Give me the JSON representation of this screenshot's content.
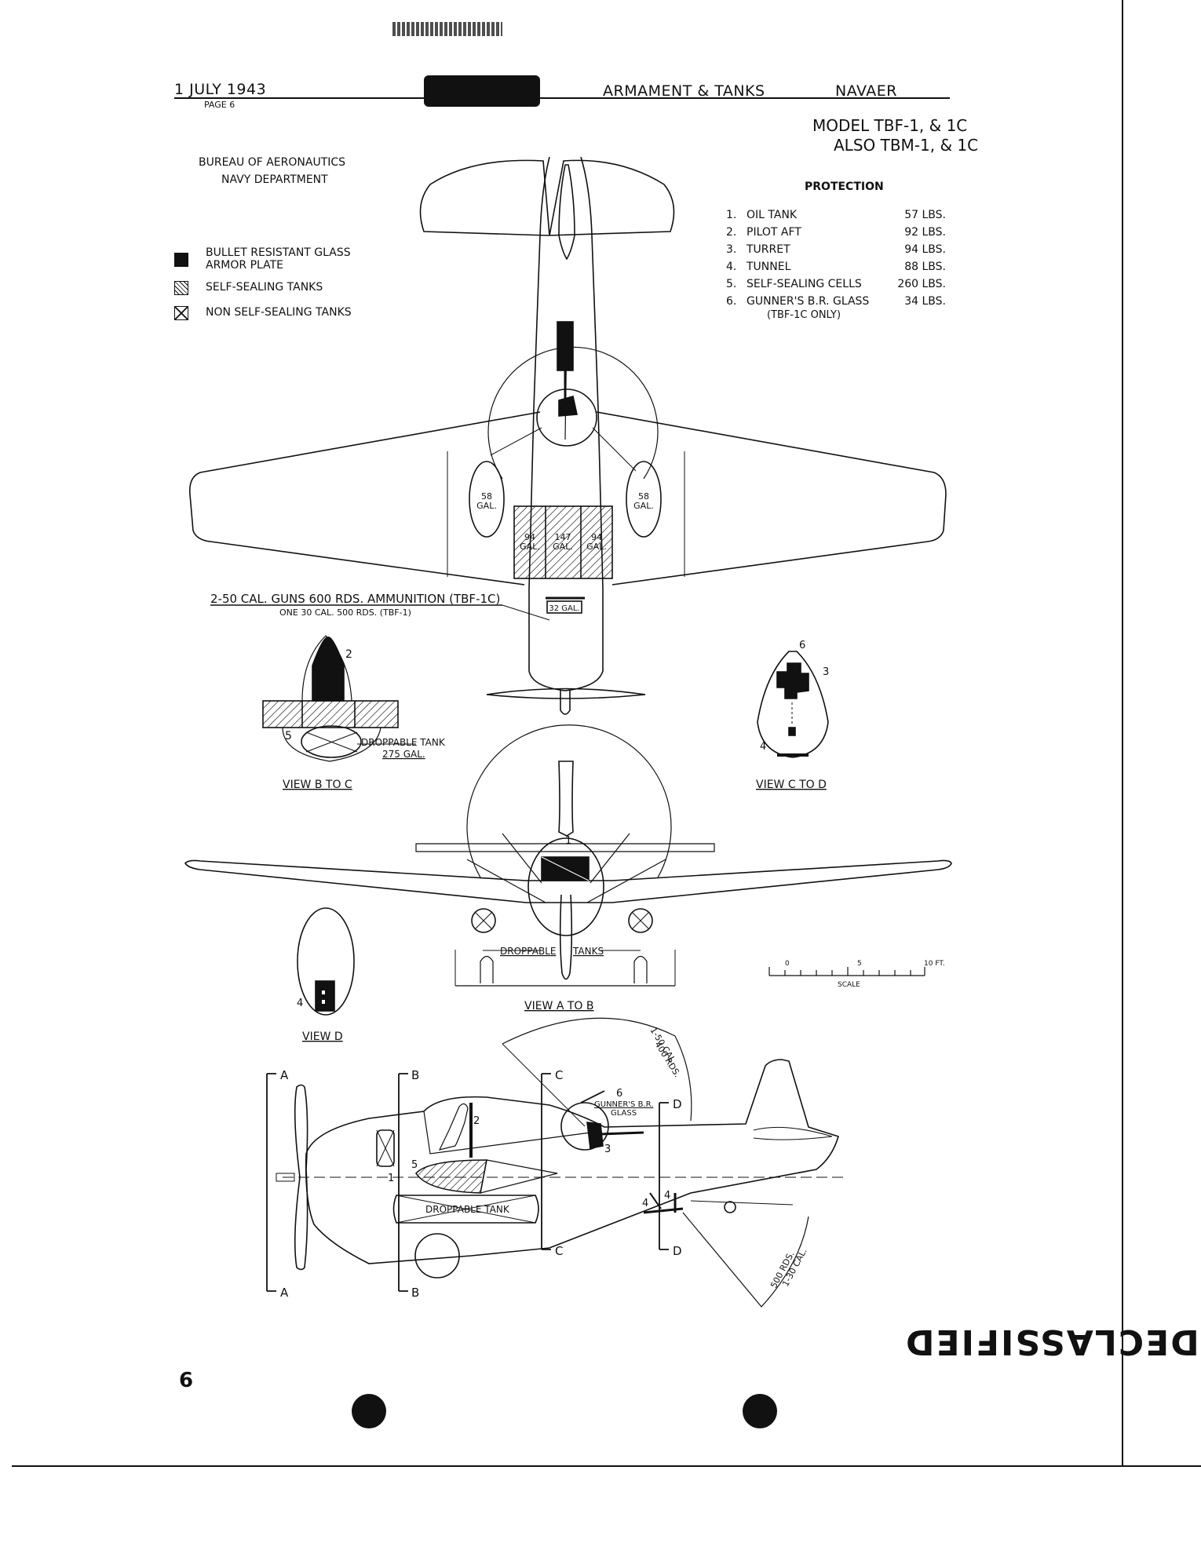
{
  "header": {
    "date": "1 JULY 1943",
    "page_label": "PAGE 6",
    "section": "ARMAMENT & TANKS",
    "org": "NAVAER"
  },
  "model": {
    "line1": "MODEL TBF-1, & 1C",
    "line2": "ALSO TBM-1, & 1C"
  },
  "bureau": {
    "line1": "BUREAU OF AERONAUTICS",
    "line2": "NAVY DEPARTMENT"
  },
  "legend": [
    {
      "symbol": "solid",
      "label": "BULLET RESISTANT GLASS",
      "label2": "ARMOR PLATE"
    },
    {
      "symbol": "hatch",
      "label": "SELF-SEALING TANKS",
      "label2": ""
    },
    {
      "symbol": "cross",
      "label": "NON SELF-SEALING TANKS",
      "label2": ""
    }
  ],
  "protection": {
    "title": "PROTECTION",
    "items": [
      {
        "num": "1.",
        "label": "OIL TANK",
        "weight": "57 LBS.",
        "note": ""
      },
      {
        "num": "2.",
        "label": "PILOT AFT",
        "weight": "92 LBS.",
        "note": ""
      },
      {
        "num": "3.",
        "label": "TURRET",
        "weight": "94 LBS.",
        "note": ""
      },
      {
        "num": "4.",
        "label": "TUNNEL",
        "weight": "88 LBS.",
        "note": ""
      },
      {
        "num": "5.",
        "label": "SELF-SEALING CELLS",
        "weight": "260 LBS.",
        "note": ""
      },
      {
        "num": "6.",
        "label": "GUNNER'S B.R. GLASS",
        "weight": "34 LBS.",
        "note": "(TBF-1C ONLY)"
      }
    ]
  },
  "plan_view": {
    "wing_tank_left": [
      "58",
      "GAL."
    ],
    "wing_tank_right": [
      "58",
      "GAL."
    ],
    "center_tank_left": [
      "94",
      "GAL."
    ],
    "center_tank_mid": [
      "147",
      "GAL."
    ],
    "center_tank_right": [
      "94",
      "GAL."
    ],
    "oil_tank": "32 GAL.",
    "guns_note": "2-50 CAL. GUNS 600 RDS. AMMUNITION (TBF-1C)",
    "guns_note2": "ONE 30 CAL. 500 RDS. (TBF-1)"
  },
  "view_b_to_c": {
    "title": "VIEW B TO C",
    "label_2": "2",
    "label_5": "5",
    "droppable": "DROPPABLE TANK",
    "droppable_gal": "275 GAL."
  },
  "view_c_to_d": {
    "title": "VIEW C TO D",
    "label_6": "6",
    "label_3": "3",
    "label_4": "4"
  },
  "view_a_to_b": {
    "title": "VIEW A TO B",
    "label_1": "1",
    "droppable": "DROPPABLE",
    "tanks": "TANKS"
  },
  "view_d": {
    "title": "VIEW D",
    "label_4": "4"
  },
  "scale": {
    "t0": "0",
    "t5": "5",
    "t10": "10 FT.",
    "label": "SCALE"
  },
  "side_view": {
    "a": "A",
    "b": "B",
    "c": "C",
    "d": "D",
    "label_1": "1",
    "label_2": "2",
    "label_3": "3",
    "label_4a": "4",
    "label_4b": "4",
    "label_5": "5",
    "label_6": "6",
    "gunners_glass": "GUNNER'S B.R.",
    "glass": "GLASS",
    "droppable": "DROPPABLE TANK",
    "turret_gun": "1-50 CAL.",
    "turret_rds": "400 RDS.",
    "tunnel_rds": "500 RDS.",
    "tunnel_gun": "1-30 CAL."
  },
  "page_number": "6",
  "stamp": "DECLASSIFIED"
}
